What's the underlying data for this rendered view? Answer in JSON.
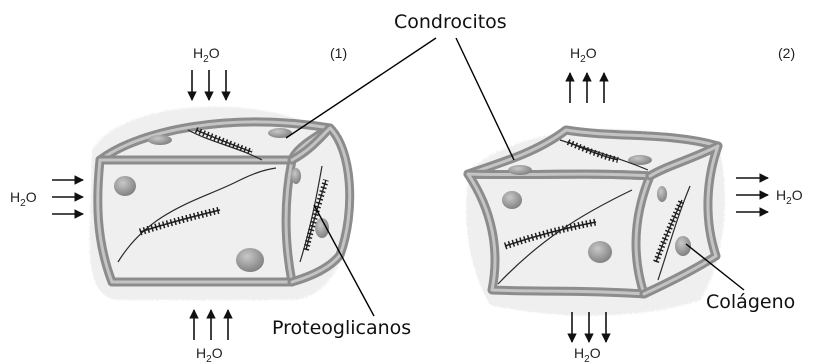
{
  "water": "H2O",
  "panel_numbers": [
    "(1)",
    "(2)"
  ],
  "labels": {
    "chondrocytes": "Condrocitos",
    "proteoglycans": "Proteoglicanos",
    "collagen": "Colágeno"
  },
  "colors": {
    "frame": "#8c8c8c",
    "chondrocyte": "#9a9a9a",
    "fiber": "#2b2b2b"
  }
}
